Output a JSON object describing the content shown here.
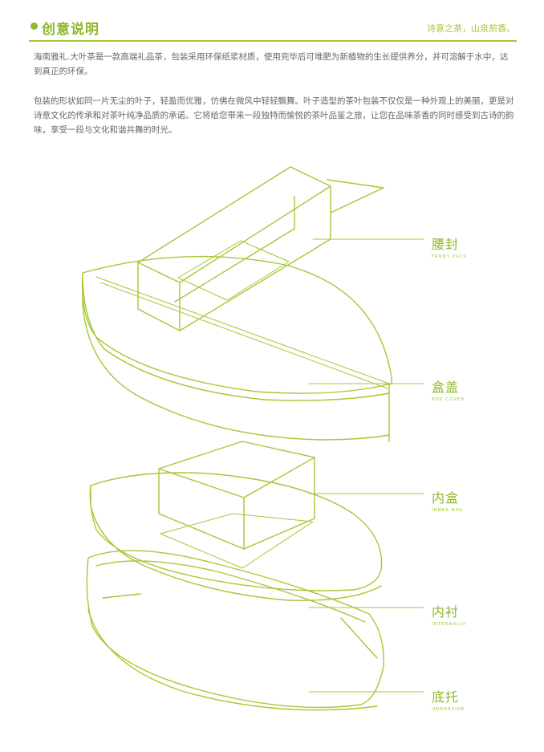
{
  "header": {
    "title": "创意说明",
    "tagline": "诗意之茶，山泉煎香。"
  },
  "paragraphs": [
    "海南雅礼.大叶茶是一款高端礼品茶，包装采用环保纸浆材质，使用完毕后可堆肥为新植物的生长提供养分，并可溶解于水中，达到真正的环保。",
    "包装的形状如同一片无尘的叶子，轻盈而优雅，仿佛在微风中轻轻飘舞。叶子造型的茶叶包装不仅仅是一种外观上的美丽，更是对诗意文化的传承和对茶叶纯净品质的承诺。它将给您带来一段独特而愉悦的茶叶品鉴之旅，让您在品味茶香的同时感受到古诗的韵味，享受一段与文化和谐共舞的时光。"
  ],
  "parts": [
    {
      "zh": "腰封",
      "en": "FANNY PACK"
    },
    {
      "zh": "盒盖",
      "en": "BOX COVER"
    },
    {
      "zh": "内盒",
      "en": "INNER BOX"
    },
    {
      "zh": "内衬",
      "en": "INTERNALLY"
    },
    {
      "zh": "底托",
      "en": "UNDERSIDE"
    }
  ],
  "colors": {
    "accent": "#8db82a",
    "line": "#a4c835",
    "text": "#666666"
  }
}
